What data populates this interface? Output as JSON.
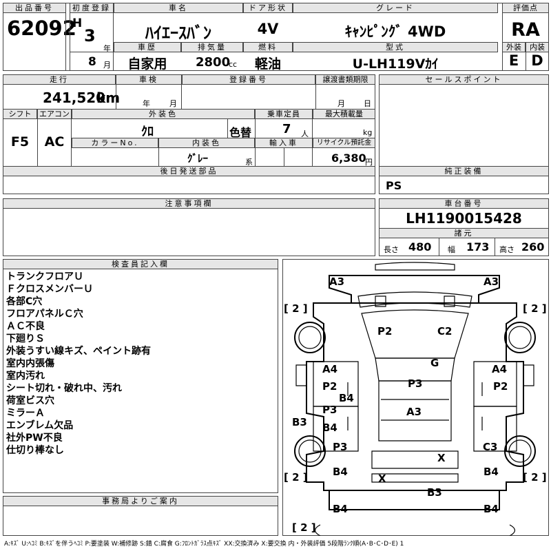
{
  "lot": {
    "label": "出品番号",
    "value": "62092"
  },
  "first_reg": {
    "label": "初度登録",
    "era": "H",
    "year": "3",
    "year_unit": "年",
    "month": "8",
    "month_unit": "月"
  },
  "car_name": {
    "label": "車名",
    "value": "ﾊｲｴｰｽﾊﾞﾝ"
  },
  "door": {
    "label": "ドア形状",
    "value": "4V"
  },
  "grade": {
    "label": "グレード",
    "value": "ｷｬﾝﾋﾟﾝｸﾞ 4WD"
  },
  "score": {
    "label": "評価点",
    "value": "RA"
  },
  "history": {
    "label": "車歴",
    "value": "自家用"
  },
  "displacement": {
    "label": "排気量",
    "value": "2800",
    "unit": "cc"
  },
  "fuel": {
    "label": "燃料",
    "value": "軽油"
  },
  "model": {
    "label": "型式",
    "value": "U-LH119Vｶｲ"
  },
  "exterior": {
    "label": "外装",
    "value": "E"
  },
  "interior": {
    "label": "内装",
    "value": "D"
  },
  "mileage": {
    "label": "走行",
    "value": "241,520",
    "unit": "km"
  },
  "inspection": {
    "label": "車検",
    "year_unit": "年",
    "month_unit": "月"
  },
  "plate": {
    "label": "登録番号"
  },
  "transfer": {
    "label": "譲渡書類期限",
    "month_unit": "月",
    "day_unit": "日"
  },
  "sales_point": {
    "label": "セールスポイント"
  },
  "shift": {
    "label": "シフト",
    "value": "F5"
  },
  "aircon": {
    "label": "エアコン",
    "value": "AC"
  },
  "ext_color": {
    "label": "外装色",
    "value": "ｸﾛ",
    "repaint": "色替"
  },
  "capacity": {
    "label": "乗車定員",
    "value": "7",
    "unit": "人"
  },
  "max_load": {
    "label": "最大積載量",
    "unit": "kg"
  },
  "color_no": {
    "label": "カラーNo."
  },
  "int_color": {
    "label": "内装色",
    "value": "ｸﾞﾚｰ",
    "unit": "系"
  },
  "import": {
    "label": "輸入車"
  },
  "recycle": {
    "label": "リサイクル預託金",
    "value": "6,380",
    "unit": "円"
  },
  "later_parts": {
    "label": "後日発送部品"
  },
  "genuine": {
    "label": "純正装備",
    "value": "PS"
  },
  "caution": {
    "label": "注意事項欄"
  },
  "chassis": {
    "label": "車台番号",
    "value": "LH1190015428"
  },
  "dims": {
    "label": "諸元",
    "length_label": "長さ",
    "length": "480",
    "width_label": "幅",
    "width": "173",
    "height_label": "高さ",
    "height": "260"
  },
  "inspector": {
    "label": "検査員記入欄",
    "notes": [
      "トランクフロアＵ",
      "ＦクロスメンバーＵ",
      "各部C穴",
      "フロアパネルＣ穴",
      "ＡＣ不良",
      "下廻りＳ",
      "外装うすい線キズ、ペイント跡有",
      "室内内張傷",
      "室内汚れ",
      "シート切れ・破れ中、汚れ",
      "荷室ビス穴",
      "ミラーＡ",
      "エンブレム欠品",
      "社外PW不良",
      "仕切り棒なし"
    ]
  },
  "office": {
    "label": "事務局よりご案内"
  },
  "diagram": {
    "labels": {
      "tl": "A3",
      "tr": "A3",
      "tire_fl": "[ 2 ]",
      "tire_fr": "[ 2 ]",
      "hood_l": "P2",
      "hood_r": "C2",
      "windshield": "G",
      "door_fl_a": "A4",
      "door_fl_p": "P2",
      "door_fr_a": "A4",
      "door_fr_p": "P2",
      "roof_front": "P3",
      "b4_center": "B4",
      "roof_rear": "A3",
      "door_rl_p": "P3",
      "door_rl_b": "B4",
      "b3_left": "B3",
      "rear_l": "P3",
      "rear_r": "C3",
      "rear_x": "X",
      "tire_rl": "[ 2 ]",
      "tire_rr": "[ 2 ]",
      "b4_rl": "B4",
      "b4_rr": "B4",
      "bumper_x": "X",
      "b3_rear": "B3",
      "b4_bl": "B4",
      "b4_br": "B4",
      "spare": "[ 2 ]"
    }
  },
  "legend": "A:ｷｽﾞ U:ﾍｺﾐ B:ｷｽﾞを伴うﾍｺﾐ P:要塗装 W:補修跡 S:錆 C:腐食 G:ﾌﾛﾝﾄｶﾞﾗｽ点ｷｽﾞ XX:交換済み X:要交換 内・外装評価 5段階ﾗﾝｸ順(A･B･C･D･E) 1"
}
